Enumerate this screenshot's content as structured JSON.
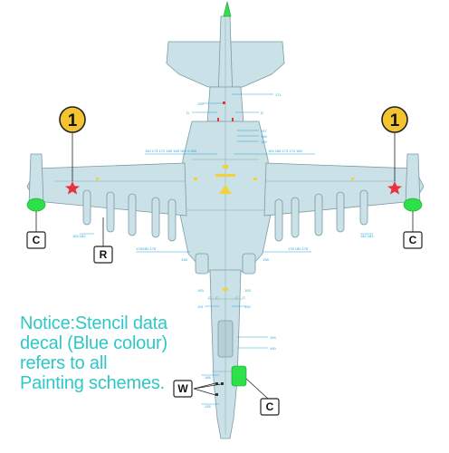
{
  "notice_lines": [
    "Notice:Stencil data",
    "decal (Blue colour)",
    "refers to all",
    "Painting schemes."
  ],
  "callouts": {
    "left_number": "1",
    "right_number": "1",
    "left_wingtip": "C",
    "right_wingtip": "C",
    "underwing": "R",
    "fuselage_w": "W",
    "fuselage_c": "C"
  },
  "stencil_numbers": {
    "fin_a": "171",
    "tail_a": "139",
    "tail_d_left": "D",
    "tail_d_right": "D",
    "center_a": "197",
    "center_b": "196",
    "center_c": "189",
    "wing_row_left": "160 174 172 169 168 169 4 168",
    "wing_row_right": "169 168 173 174 160",
    "lower_left": "178/180 175",
    "lower_right": "178 180 176",
    "under_left": "183 182",
    "under_right": "182 183",
    "gear_left_a": "138",
    "gear_right_a": "138",
    "nose_a": "193",
    "nose_b": "192",
    "nose_c": "191",
    "nose_d": "194",
    "nose_e": "190",
    "nose_f": "193",
    "nose_c1": "C",
    "nose_c2": "C",
    "nose_c3": "C",
    "nose_c4": "C",
    "bottom_a": "186",
    "bottom_b": "135"
  },
  "colors": {
    "airframe": "#c9e1e7",
    "panel_line": "#7d9aa2",
    "stencil": "#2aa7d6",
    "accent_yellow": "#f2d23a",
    "green_tip": "#2ee04a",
    "star_red": "#e8333c",
    "notice_text": "#2fc7c7",
    "callout_ring": "#222222",
    "callout_fill": "#f4c430"
  }
}
